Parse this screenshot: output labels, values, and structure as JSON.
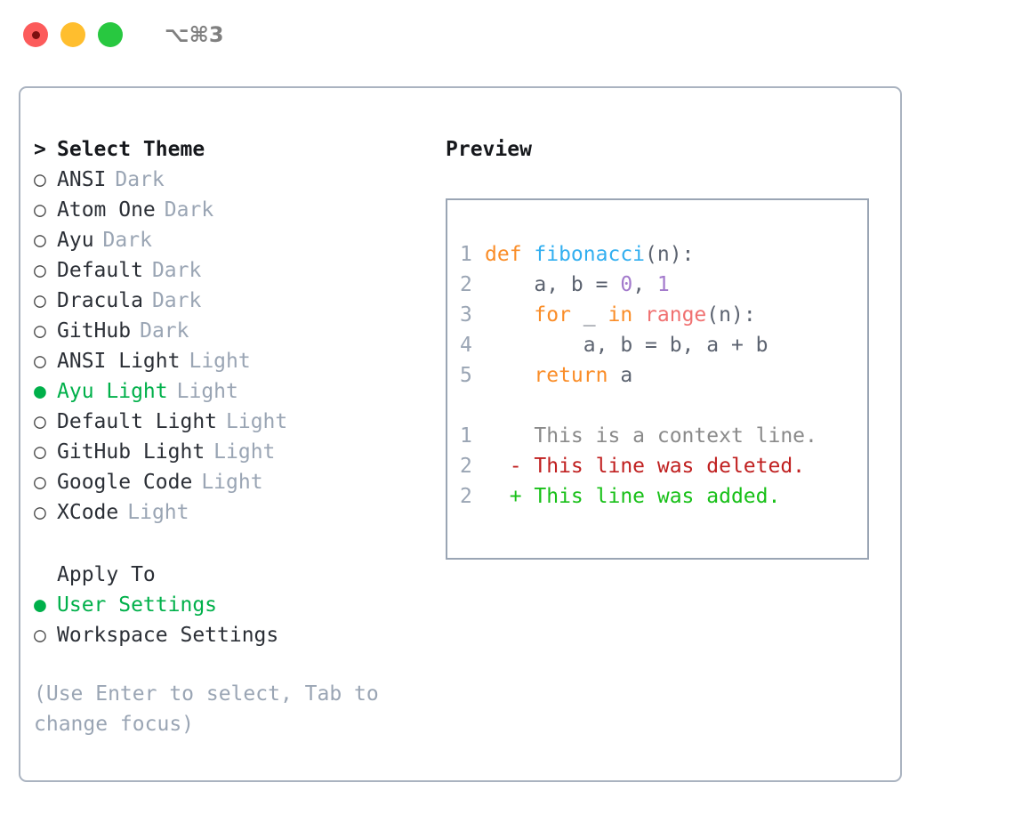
{
  "window": {
    "traffic_lights": [
      {
        "name": "close",
        "color": "#fc5b5b"
      },
      {
        "name": "minimize",
        "color": "#ffbe2e"
      },
      {
        "name": "maximize",
        "color": "#28c840"
      }
    ],
    "shortcut": "⌥⌘3"
  },
  "theme_picker": {
    "prompt_marker": ">",
    "heading": "Select Theme",
    "radio_unselected": "○",
    "radio_selected": "●",
    "selected_color": "#00b04a",
    "items": [
      {
        "label": "ANSI",
        "variant": "Dark",
        "selected": false
      },
      {
        "label": "Atom One",
        "variant": "Dark",
        "selected": false
      },
      {
        "label": "Ayu",
        "variant": "Dark",
        "selected": false
      },
      {
        "label": "Default",
        "variant": "Dark",
        "selected": false
      },
      {
        "label": "Dracula",
        "variant": "Dark",
        "selected": false
      },
      {
        "label": "GitHub",
        "variant": "Dark",
        "selected": false
      },
      {
        "label": "ANSI Light",
        "variant": "Light",
        "selected": false
      },
      {
        "label": "Ayu Light",
        "variant": "Light",
        "selected": true
      },
      {
        "label": "Default Light",
        "variant": "Light",
        "selected": false
      },
      {
        "label": "GitHub Light",
        "variant": "Light",
        "selected": false
      },
      {
        "label": "Google Code",
        "variant": "Light",
        "selected": false
      },
      {
        "label": "XCode",
        "variant": "Light",
        "selected": false
      }
    ]
  },
  "apply_to": {
    "heading": "Apply To",
    "options": [
      {
        "label": "User Settings",
        "selected": true
      },
      {
        "label": "Workspace Settings",
        "selected": false
      }
    ]
  },
  "hint": "(Use Enter to select, Tab to change focus)",
  "preview": {
    "title": "Preview",
    "code_lines": [
      {
        "lineno": "1",
        "tokens": [
          {
            "text": "def ",
            "kind": "kw"
          },
          {
            "text": "fibonacci",
            "kind": "fn"
          },
          {
            "text": "(n):",
            "kind": "plain"
          }
        ]
      },
      {
        "lineno": "2",
        "tokens": [
          {
            "text": "    a, b = ",
            "kind": "plain"
          },
          {
            "text": "0",
            "kind": "num"
          },
          {
            "text": ", ",
            "kind": "plain"
          },
          {
            "text": "1",
            "kind": "num"
          }
        ]
      },
      {
        "lineno": "3",
        "tokens": [
          {
            "text": "    for ",
            "kind": "kw"
          },
          {
            "text": "_ ",
            "kind": "plain"
          },
          {
            "text": "in ",
            "kind": "kw"
          },
          {
            "text": "range",
            "kind": "builtin"
          },
          {
            "text": "(n):",
            "kind": "plain"
          }
        ]
      },
      {
        "lineno": "4",
        "tokens": [
          {
            "text": "        a, b = b, a + b",
            "kind": "plain"
          }
        ]
      },
      {
        "lineno": "5",
        "tokens": [
          {
            "text": "    return ",
            "kind": "kw"
          },
          {
            "text": "a",
            "kind": "plain"
          }
        ]
      }
    ],
    "diff_lines": [
      {
        "lineno": "1",
        "sign": " ",
        "text": "This is a context line.",
        "kind": "ctx"
      },
      {
        "lineno": "2",
        "sign": "-",
        "text": "This line was deleted.",
        "kind": "del"
      },
      {
        "lineno": "2",
        "sign": "+",
        "text": "This line was added.",
        "kind": "add"
      }
    ]
  }
}
